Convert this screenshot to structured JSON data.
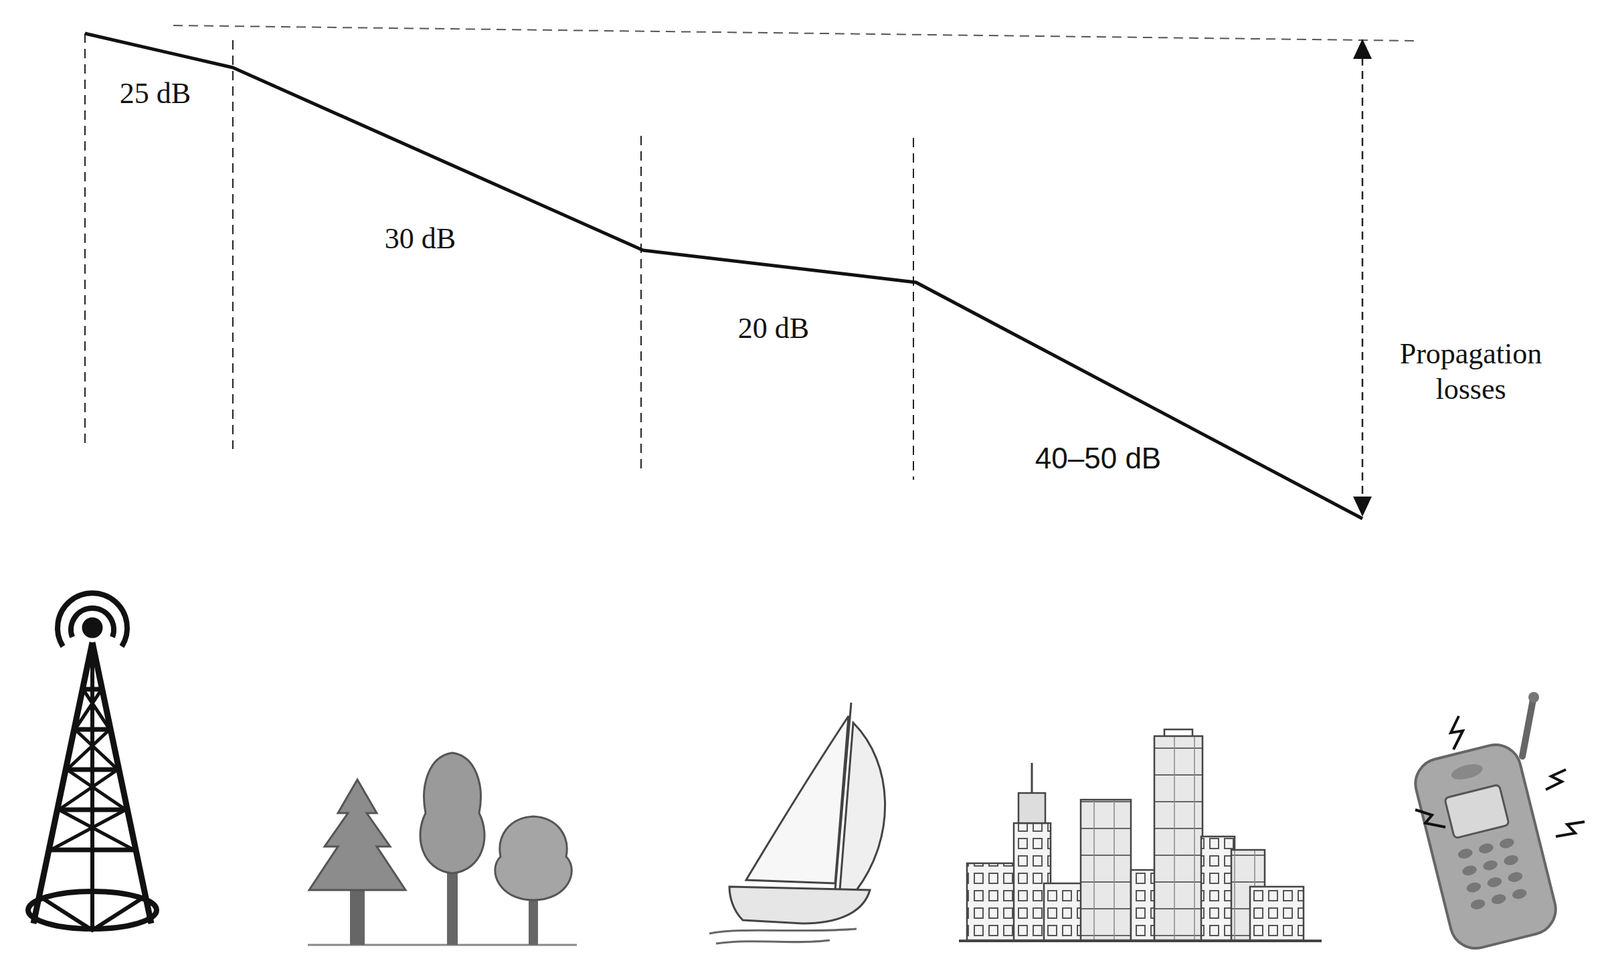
{
  "diagram": {
    "labels": [
      "25 dB",
      "30 dB",
      "20 dB",
      "40–50 dB",
      "Propagation losses"
    ]
  }
}
